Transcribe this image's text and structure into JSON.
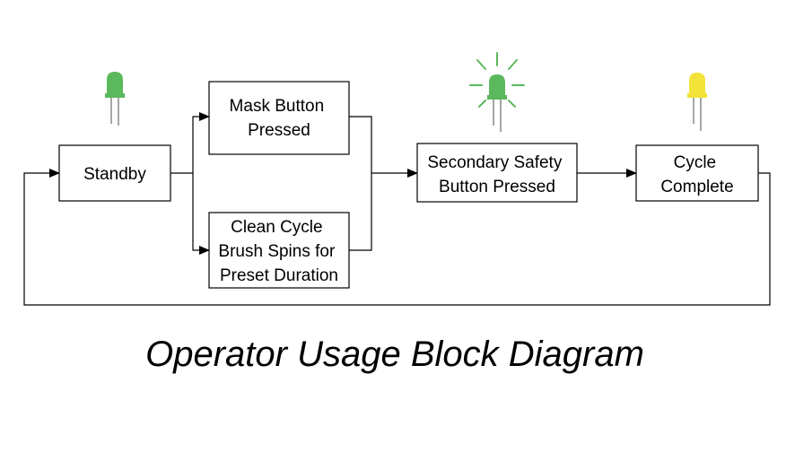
{
  "title": "Operator Usage Block Diagram",
  "blocks": {
    "standby": {
      "lines": [
        "Standby"
      ]
    },
    "mask_button": {
      "lines": [
        "Mask Button",
        "Pressed"
      ]
    },
    "clean_cycle": {
      "lines": [
        "Clean Cycle",
        "Brush Spins for",
        "Preset Duration"
      ]
    },
    "secondary_safety": {
      "lines": [
        "Secondary Safety",
        "Button Pressed"
      ]
    },
    "cycle_complete": {
      "lines": [
        "Cycle",
        "Complete"
      ]
    }
  },
  "indicators": {
    "standby_led": {
      "color": "#5cb85c",
      "state": "on"
    },
    "secondary_led": {
      "color": "#5cb85c",
      "state": "flashing"
    },
    "complete_led": {
      "color": "#f2e33a",
      "state": "on"
    }
  },
  "colors": {
    "line": "#000000",
    "led_green": "#5cb85c",
    "led_yellow": "#f2e33a",
    "led_leg": "#a6a6a6"
  }
}
